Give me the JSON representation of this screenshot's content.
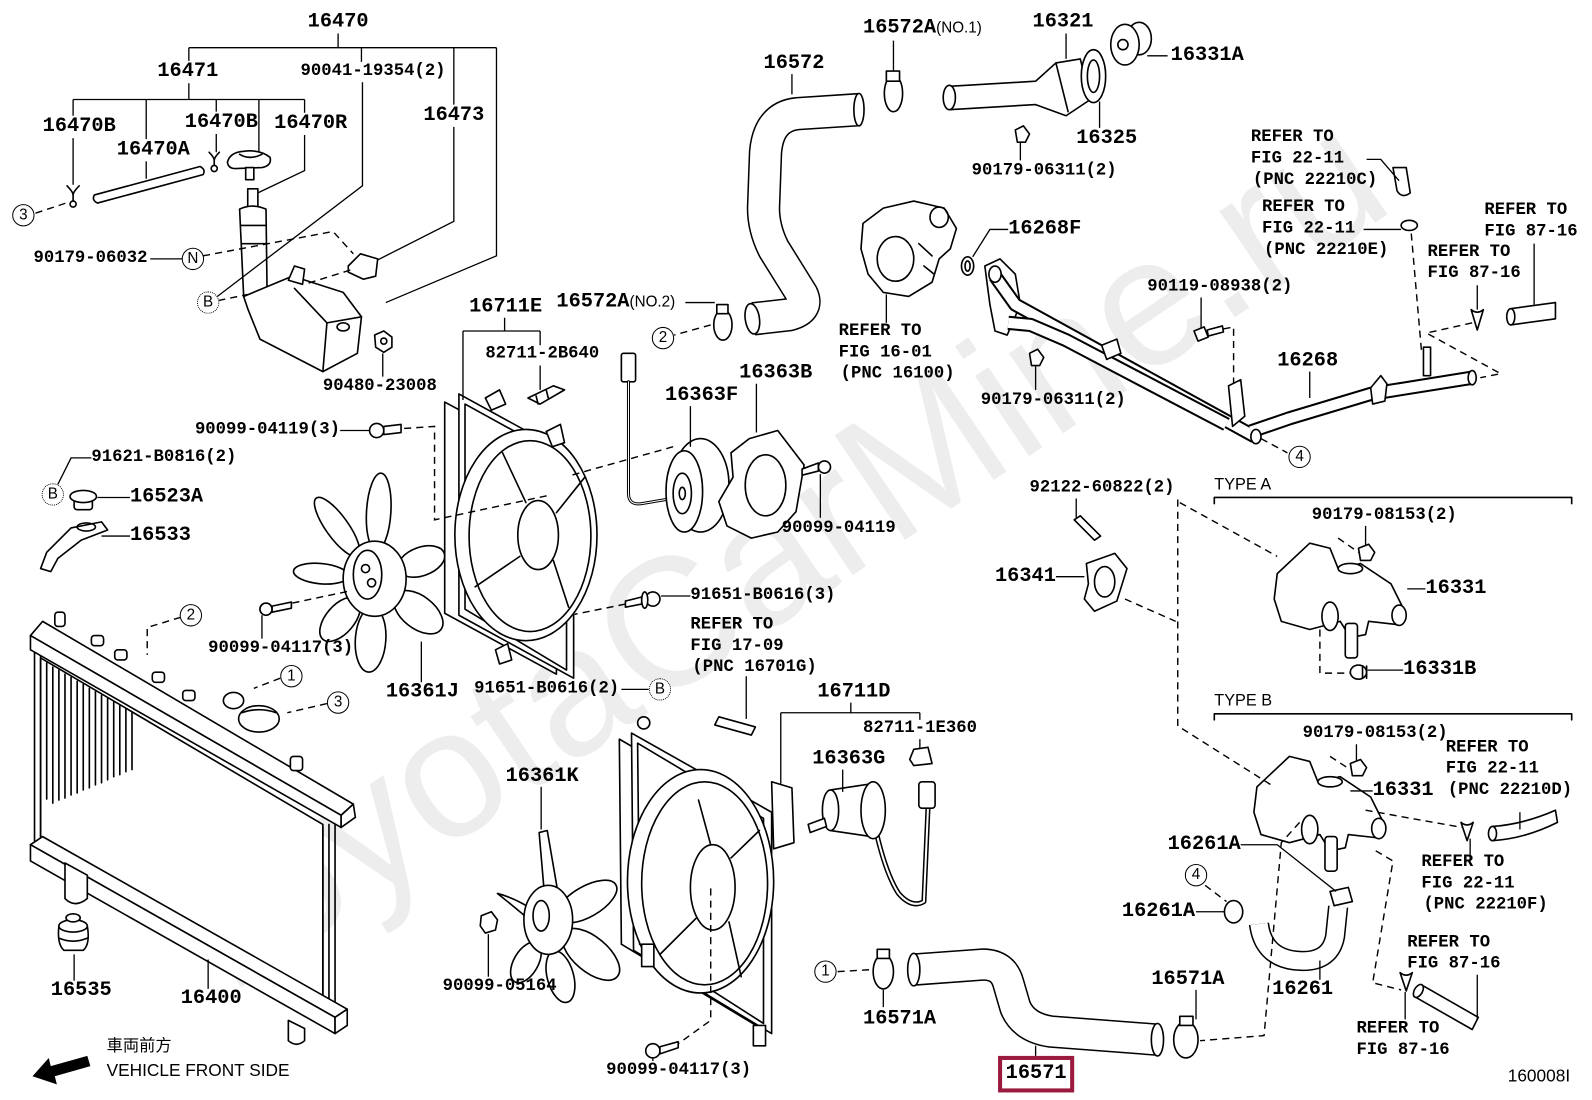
{
  "diagram": {
    "figure_code": "160008I",
    "watermark": "ToyotaCarMine.ru",
    "selected_part": "16571",
    "highlight_color": "#9b1b3f",
    "line_color": "#000000",
    "watermark_color": "#ededed"
  },
  "parts": [
    {
      "label": "16470"
    },
    {
      "label": "16471"
    },
    {
      "label": "90041-19354(2)"
    },
    {
      "label": "16470B"
    },
    {
      "label": "16470B"
    },
    {
      "label": "16470R"
    },
    {
      "label": "16473"
    },
    {
      "label": "16470A"
    },
    {
      "label": "90179-06032"
    },
    {
      "label": "90480-23008"
    },
    {
      "label": "90099-04119(3)"
    },
    {
      "label": "91621-B0816(2)"
    },
    {
      "label": "16523A"
    },
    {
      "label": "16533"
    },
    {
      "label": "16572"
    },
    {
      "label": "16572A",
      "note": "(NO.1)"
    },
    {
      "label": "16321"
    },
    {
      "label": "16331A"
    },
    {
      "label": "16325"
    },
    {
      "label": "90179-06311(2)"
    },
    {
      "label": "16268F"
    },
    {
      "label": "16572A",
      "note": "(NO.2)"
    },
    {
      "label": "16711E"
    },
    {
      "label": "82711-2B640"
    },
    {
      "label": "16363B"
    },
    {
      "label": "16363F"
    },
    {
      "label": "90099-04119"
    },
    {
      "label": "90119-08938(2)"
    },
    {
      "label": "16268"
    },
    {
      "label": "90179-06311(2)"
    },
    {
      "label": "92122-60822(2)"
    },
    {
      "label": "90179-08153(2)"
    },
    {
      "label": "16341"
    },
    {
      "label": "16331"
    },
    {
      "label": "16331B"
    },
    {
      "label": "90179-08153(2)"
    },
    {
      "label": "16331"
    },
    {
      "label": "16261A"
    },
    {
      "label": "16261A"
    },
    {
      "label": "16571A"
    },
    {
      "label": "16261"
    },
    {
      "label": "91651-B0616(3)"
    },
    {
      "label": "90099-04117(3)"
    },
    {
      "label": "16361J"
    },
    {
      "label": "91651-B0616(2)"
    },
    {
      "label": "16711D"
    },
    {
      "label": "82711-1E360"
    },
    {
      "label": "16363G"
    },
    {
      "label": "16361K"
    },
    {
      "label": "16535"
    },
    {
      "label": "16400"
    },
    {
      "label": "90099-05164"
    },
    {
      "label": "16571A"
    },
    {
      "label": "90099-04117(3)"
    },
    {
      "label": "16571"
    }
  ],
  "references": [
    {
      "line1": "REFER TO",
      "line2": "FIG 16-01",
      "line3": "(PNC 16100)"
    },
    {
      "line1": "REFER TO",
      "line2": "FIG 22-11",
      "line3": "(PNC 22210C)"
    },
    {
      "line1": "REFER TO",
      "line2": "FIG 22-11",
      "line3": "(PNC 22210E)"
    },
    {
      "line1": "REFER TO",
      "line2": "FIG 87-16"
    },
    {
      "line1": "REFER TO",
      "line2": "FIG 87-16"
    },
    {
      "line1": "REFER TO",
      "line2": "FIG 17-09",
      "line3": "(PNC 16701G)"
    },
    {
      "line1": "REFER TO",
      "line2": "FIG 22-11",
      "line3": "(PNC 22210D)"
    },
    {
      "line1": "REFER TO",
      "line2": "FIG 22-11",
      "line3": "(PNC 22210F)"
    },
    {
      "line1": "REFER TO",
      "line2": "FIG 87-16"
    },
    {
      "line1": "REFER TO",
      "line2": "FIG 87-16"
    }
  ],
  "callouts": [
    {
      "mark": "3"
    },
    {
      "mark": "N"
    },
    {
      "mark": "B"
    },
    {
      "mark": "B"
    },
    {
      "mark": "2"
    },
    {
      "mark": "4"
    },
    {
      "mark": "2"
    },
    {
      "mark": "1"
    },
    {
      "mark": "3"
    },
    {
      "mark": "B"
    },
    {
      "mark": "4"
    },
    {
      "mark": "1"
    }
  ],
  "sections": {
    "type_a": "TYPE A",
    "type_b": "TYPE B"
  },
  "legend": {
    "direction_jp": "車両前方",
    "direction_en": "VEHICLE FRONT SIDE",
    "arrow_icon": "arrow-down-left"
  }
}
